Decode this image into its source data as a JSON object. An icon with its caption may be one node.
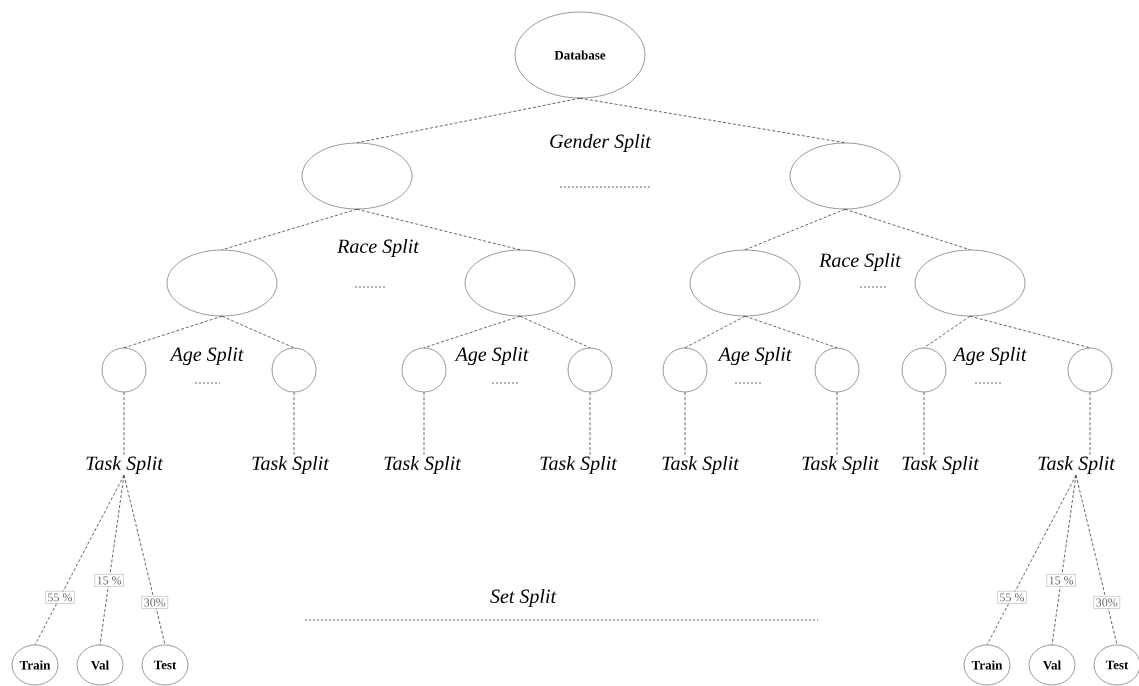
{
  "diagram": {
    "nodes": [
      {
        "text": [
          "Database"
        ]
      },
      {
        "text": [],
        "shape": "ellipse"
      },
      {
        "text": [],
        "shape": "ellipse"
      },
      {
        "text": [],
        "shape": "ellipse"
      },
      {
        "text": [],
        "shape": "ellipse"
      },
      {
        "text": [],
        "shape": "ellipse"
      },
      {
        "text": [],
        "shape": "ellipse"
      },
      {
        "text": [],
        "shape": "circle"
      },
      {
        "text": [],
        "shape": "circle"
      },
      {
        "text": [],
        "shape": "circle"
      },
      {
        "text": [],
        "shape": "circle"
      },
      {
        "text": [],
        "shape": "circle"
      },
      {
        "text": [],
        "shape": "circle"
      },
      {
        "text": [],
        "shape": "circle"
      },
      {
        "text": [],
        "shape": "circle"
      },
      {
        "text": [
          "Task Split"
        ]
      },
      {
        "text": [
          "Task Split"
        ]
      },
      {
        "text": [
          "Task Split"
        ]
      },
      {
        "text": [
          "Task Split"
        ]
      },
      {
        "text": [
          "Task Split"
        ]
      },
      {
        "text": [
          "Task Split"
        ]
      },
      {
        "text": [
          "Task Split"
        ]
      },
      {
        "text": [
          "Task Split"
        ]
      },
      {
        "text": [
          "Train"
        ]
      },
      {
        "text": [
          "Val"
        ]
      },
      {
        "text": [
          "Test"
        ]
      },
      {
        "text": [
          "Train"
        ]
      },
      {
        "text": [
          "Val"
        ]
      },
      {
        "text": [
          "Test"
        ]
      }
    ],
    "edges": [
      {
        "from": 0,
        "to": 1,
        "arrow": "none",
        "style": "dashed"
      },
      {
        "from": 0,
        "to": 2,
        "arrow": "none",
        "style": "dashed"
      },
      {
        "from": 1,
        "to": 3,
        "arrow": "none",
        "style": "dashed"
      },
      {
        "from": 1,
        "to": 4,
        "arrow": "none",
        "style": "dashed"
      },
      {
        "from": 2,
        "to": 5,
        "arrow": "none",
        "style": "dashed"
      },
      {
        "from": 2,
        "to": 6,
        "arrow": "none",
        "style": "dashed"
      },
      {
        "from": 3,
        "to": 7,
        "arrow": "none",
        "style": "dashed"
      },
      {
        "from": 3,
        "to": 8,
        "arrow": "none",
        "style": "dashed"
      },
      {
        "from": 4,
        "to": 9,
        "arrow": "none",
        "style": "dashed"
      },
      {
        "from": 4,
        "to": 10,
        "arrow": "none",
        "style": "dashed"
      },
      {
        "from": 5,
        "to": 11,
        "arrow": "none",
        "style": "dashed"
      },
      {
        "from": 5,
        "to": 12,
        "arrow": "none",
        "style": "dashed"
      },
      {
        "from": 6,
        "to": 13,
        "arrow": "none",
        "style": "dashed"
      },
      {
        "from": 6,
        "to": 14,
        "arrow": "none",
        "style": "dashed"
      },
      {
        "from": 7,
        "to": 15,
        "arrow": "none",
        "style": "dashed"
      },
      {
        "from": 8,
        "to": 16,
        "arrow": "none",
        "style": "dashed"
      },
      {
        "from": 9,
        "to": 17,
        "arrow": "none",
        "style": "dashed"
      },
      {
        "from": 10,
        "to": 18,
        "arrow": "none",
        "style": "dashed"
      },
      {
        "from": 11,
        "to": 19,
        "arrow": "none",
        "style": "dashed"
      },
      {
        "from": 12,
        "to": 20,
        "arrow": "none",
        "style": "dashed"
      },
      {
        "from": 13,
        "to": 21,
        "arrow": "none",
        "style": "dashed"
      },
      {
        "from": 14,
        "to": 22,
        "arrow": "none",
        "style": "dashed"
      },
      {
        "from": 15,
        "to": 23,
        "arrow": "none",
        "style": "dashed",
        "label": "55 %"
      },
      {
        "from": 15,
        "to": 24,
        "arrow": "none",
        "style": "dashed",
        "label": "15 %"
      },
      {
        "from": 15,
        "to": 25,
        "arrow": "none",
        "style": "dashed",
        "label": "30%"
      },
      {
        "from": 22,
        "to": 26,
        "arrow": "none",
        "style": "dashed",
        "label": "55 %"
      },
      {
        "from": 22,
        "to": 27,
        "arrow": "none",
        "style": "dashed",
        "label": "15 %"
      },
      {
        "from": 22,
        "to": 28,
        "arrow": "none",
        "style": "dashed",
        "label": "30%"
      }
    ],
    "labels": [
      "Gender Split",
      "Race Split",
      "Race Split",
      "Age Split",
      "Age Split",
      "Age Split",
      "Age Split",
      "Set Split"
    ]
  }
}
